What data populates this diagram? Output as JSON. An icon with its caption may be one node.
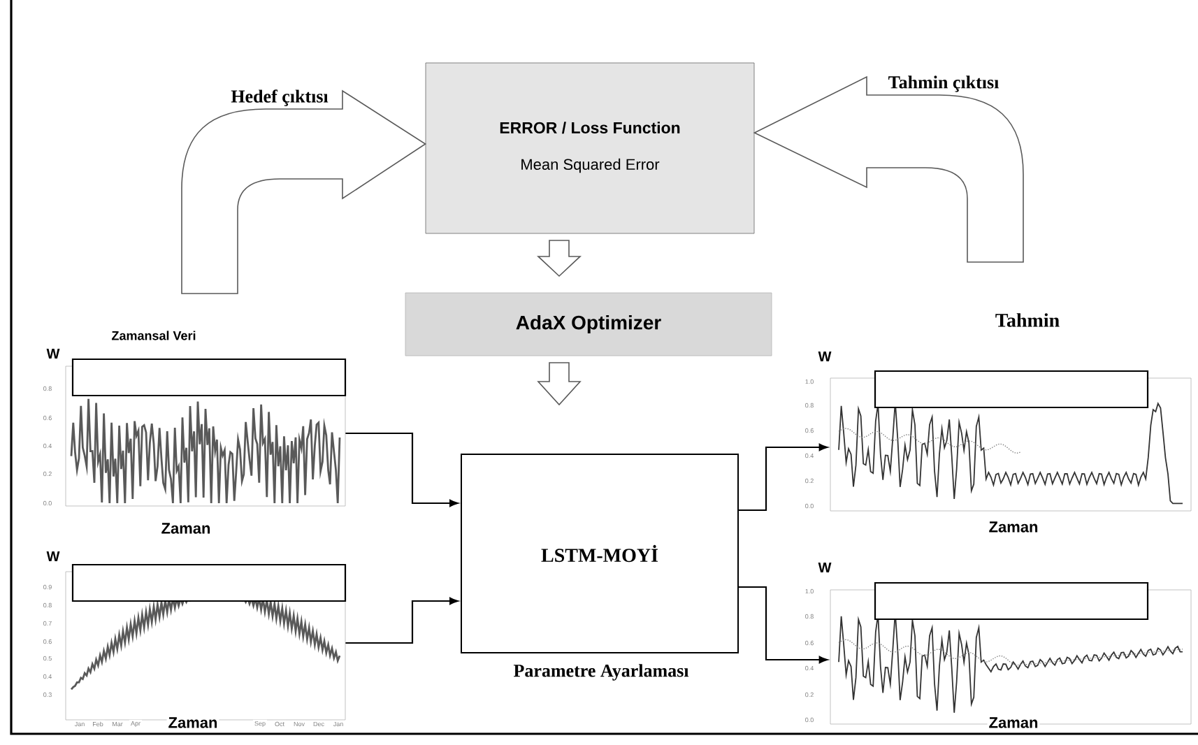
{
  "diagram": {
    "nodes": [
      {
        "text": [
          "ERROR / Loss Function",
          "Mean Squared Error"
        ]
      },
      {
        "text": [
          "AdaX Optimizer"
        ]
      },
      {
        "text": [
          "LSTM-MOYİ"
        ],
        "beside": [
          "Parametre Ayarlaması"
        ]
      },
      {
        "text": [],
        "shape": "picture",
        "beside": [
          "Zamansal Veri"
        ]
      },
      {
        "text": [],
        "shape": "picture"
      },
      {
        "text": [],
        "shape": "picture",
        "beside": [
          "Tahmin"
        ]
      },
      {
        "text": [],
        "shape": "picture"
      }
    ],
    "edges": [
      {
        "from": 3,
        "to": 0,
        "arrow": "to",
        "label": "Hedef çıktısı"
      },
      {
        "from": 5,
        "to": 0,
        "arrow": "to",
        "label": "Tahmin çıktısı"
      },
      {
        "from": 0,
        "to": 1,
        "arrow": "to"
      },
      {
        "from": 1,
        "to": 2,
        "arrow": "to"
      },
      {
        "from": 3,
        "to": 2,
        "arrow": "to"
      },
      {
        "from": 4,
        "to": 2,
        "arrow": "to"
      },
      {
        "from": 2,
        "to": 5,
        "arrow": "to"
      },
      {
        "from": 2,
        "to": 6,
        "arrow": "to"
      }
    ],
    "labels": [
      "W",
      "0.8",
      "0.6",
      "0.4",
      "0.2",
      "0.0",
      "Zaman",
      "W",
      "1.0",
      "0.8",
      "0.6",
      "0.4",
      "0.2",
      "0.0",
      "Zaman",
      "W",
      "0.9",
      "0.8",
      "0.7",
      "0.6",
      "0.5",
      "0.4",
      "0.3",
      "Jan",
      "Feb",
      "Mar",
      "Apr",
      "Zaman",
      "Sep",
      "Oct",
      "Nov",
      "Dec",
      "Jan",
      "W",
      "1.0",
      "0.8",
      "0.6",
      "0.4",
      "0.2",
      "0.0",
      "Zaman"
    ]
  }
}
